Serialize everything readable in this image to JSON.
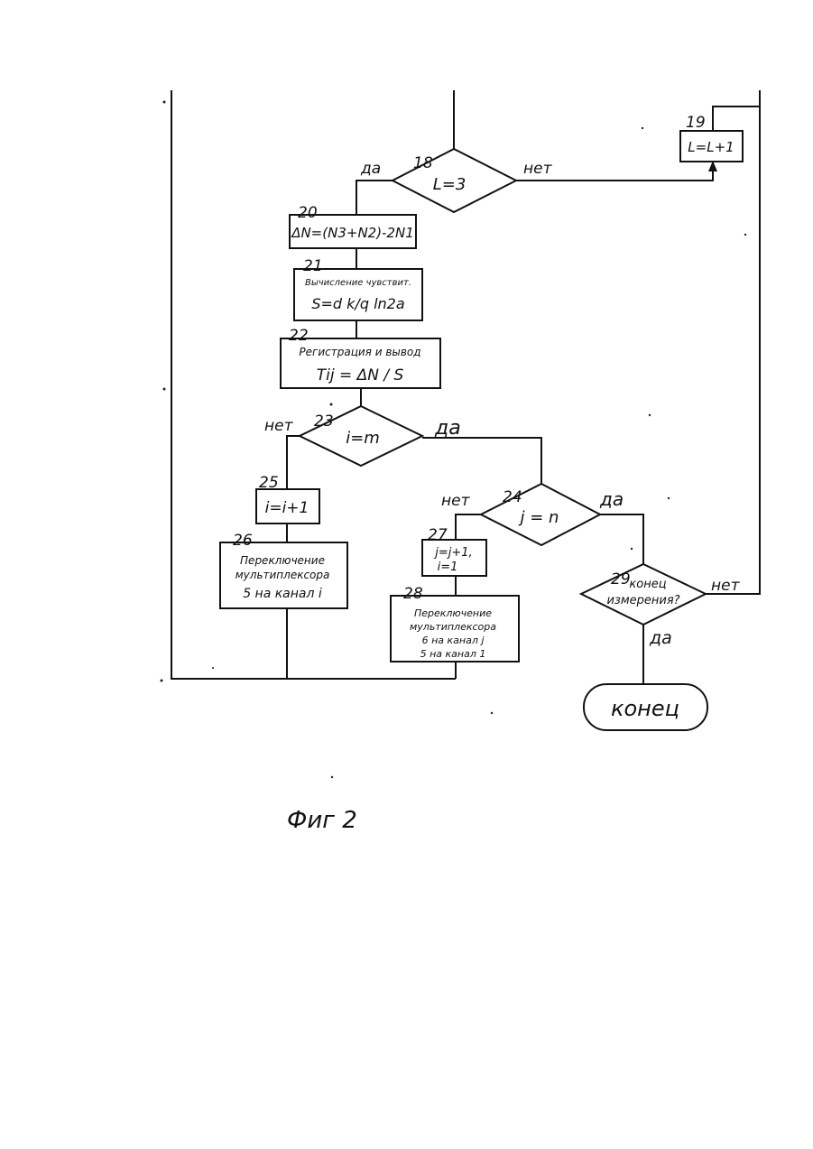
{
  "nodes": {
    "n18": {
      "num": "18",
      "text": "L=3"
    },
    "n19": {
      "num": "19",
      "text": "L=L+1"
    },
    "n20": {
      "num": "20",
      "text": "ΔN=(N3+N2)-2N1"
    },
    "n21": {
      "num": "21",
      "line1": "Вычисление чувствит.",
      "line2": "S=d k/q ln2a"
    },
    "n22": {
      "num": "22",
      "line1": "Регистрация и вывод",
      "line2": "Tij = ΔN / S"
    },
    "n23": {
      "num": "23",
      "text": "i=m"
    },
    "n24": {
      "num": "24",
      "text": "j = n"
    },
    "n25": {
      "num": "25",
      "text": "i=i+1"
    },
    "n26": {
      "num": "26",
      "line1": "Переключение",
      "line2": "мультиплексора",
      "line3": "5 на канал i"
    },
    "n27": {
      "num": "27",
      "line1": "j=j+1,",
      "line2": "i=1"
    },
    "n28": {
      "num": "28",
      "line1": "Переключение",
      "line2": "мультиплексора",
      "line3": "6 на канал j",
      "line4": "5 на канал 1"
    },
    "n29": {
      "num": "29",
      "line1": "конец",
      "line2": "измерения?"
    },
    "end": {
      "text": "конец"
    }
  },
  "edge_labels": {
    "yes_18": "да",
    "no_18": "нет",
    "no_23": "нет",
    "yes_23": "да",
    "no_24": "нет",
    "yes_24": "да",
    "no_29": "нет",
    "yes_29": "да"
  },
  "caption": "Фиг 2"
}
